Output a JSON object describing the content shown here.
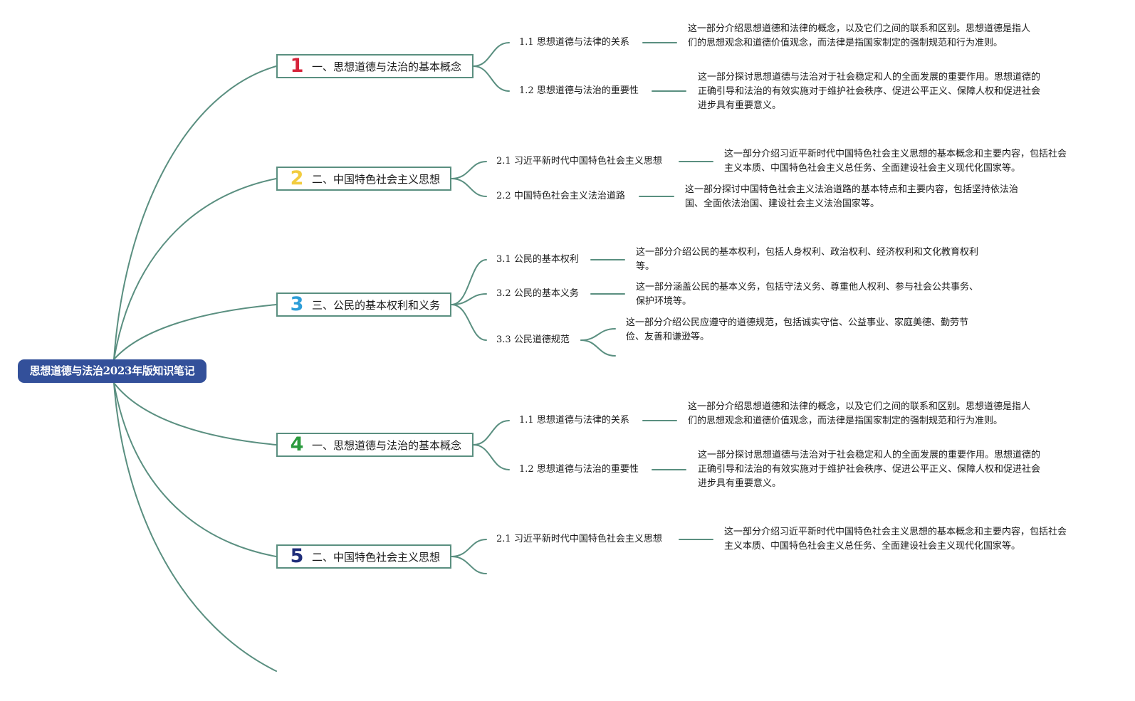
{
  "root": {
    "title": "思想道德与法治2023年版知识笔记"
  },
  "branches": [
    {
      "num": "1",
      "title": "一、思想道德与法治的基本概念",
      "color": "#d6233a",
      "subs": [
        {
          "code": "1.1",
          "label": "思想道德与法律的关系",
          "desc": "这一部分介绍思想道德和法律的概念，以及它们之间的联系和区别。思想道德是指人们的思想观念和道德价值观念，而法律是指国家制定的强制规范和行为准则。"
        },
        {
          "code": "1.2",
          "label": "思想道德与法治的重要性",
          "desc": "这一部分探讨思想道德与法治对于社会稳定和人的全面发展的重要作用。思想道德的正确引导和法治的有效实施对于维护社会秩序、促进公平正义、保障人权和促进社会进步具有重要意义。"
        }
      ]
    },
    {
      "num": "2",
      "title": "二、中国特色社会主义思想",
      "color": "#f2cc3f",
      "subs": [
        {
          "code": "2.1",
          "label": "习近平新时代中国特色社会主义思想",
          "desc": "这一部分介绍习近平新时代中国特色社会主义思想的基本概念和主要内容，包括社会主义本质、中国特色社会主义总任务、全面建设社会主义现代化国家等。"
        },
        {
          "code": "2.2",
          "label": "中国特色社会主义法治道路",
          "desc": "这一部分探讨中国特色社会主义法治道路的基本特点和主要内容，包括坚持依法治国、全面依法治国、建设社会主义法治国家等。"
        }
      ]
    },
    {
      "num": "3",
      "title": "三、公民的基本权利和义务",
      "color": "#2d9ed8",
      "subs": [
        {
          "code": "3.1",
          "label": "公民的基本权利",
          "desc": "这一部分介绍公民的基本权利，包括人身权利、政治权利、经济权利和文化教育权利等。"
        },
        {
          "code": "3.2",
          "label": "公民的基本义务",
          "desc": "这一部分涵盖公民的基本义务，包括守法义务、尊重他人权利、参与社会公共事务、保护环境等。"
        },
        {
          "code": "3.3",
          "label": "公民道德规范",
          "desc": "这一部分介绍公民应遵守的道德规范，包括诚实守信、公益事业、家庭美德、勤劳节俭、友善和谦逊等。"
        }
      ]
    },
    {
      "num": "4",
      "title": "一、思想道德与法治的基本概念",
      "color": "#2a9a3d",
      "subs": [
        {
          "code": "1.1",
          "label": "思想道德与法律的关系",
          "desc": "这一部分介绍思想道德和法律的概念，以及它们之间的联系和区别。思想道德是指人们的思想观念和道德价值观念，而法律是指国家制定的强制规范和行为准则。"
        },
        {
          "code": "1.2",
          "label": "思想道德与法治的重要性",
          "desc": "这一部分探讨思想道德与法治对于社会稳定和人的全面发展的重要作用。思想道德的正确引导和法治的有效实施对于维护社会秩序、促进公平正义、保障人权和促进社会进步具有重要意义。"
        }
      ]
    },
    {
      "num": "5",
      "title": "二、中国特色社会主义思想",
      "color": "#1f2d7a",
      "subs": [
        {
          "code": "2.1",
          "label": "习近平新时代中国特色社会主义思想",
          "desc": "这一部分介绍习近平新时代中国特色社会主义思想的基本概念和主要内容，包括社会主义本质、中国特色社会主义总任务、全面建设社会主义现代化国家等。"
        }
      ]
    }
  ],
  "line_color": "#5a8f80"
}
